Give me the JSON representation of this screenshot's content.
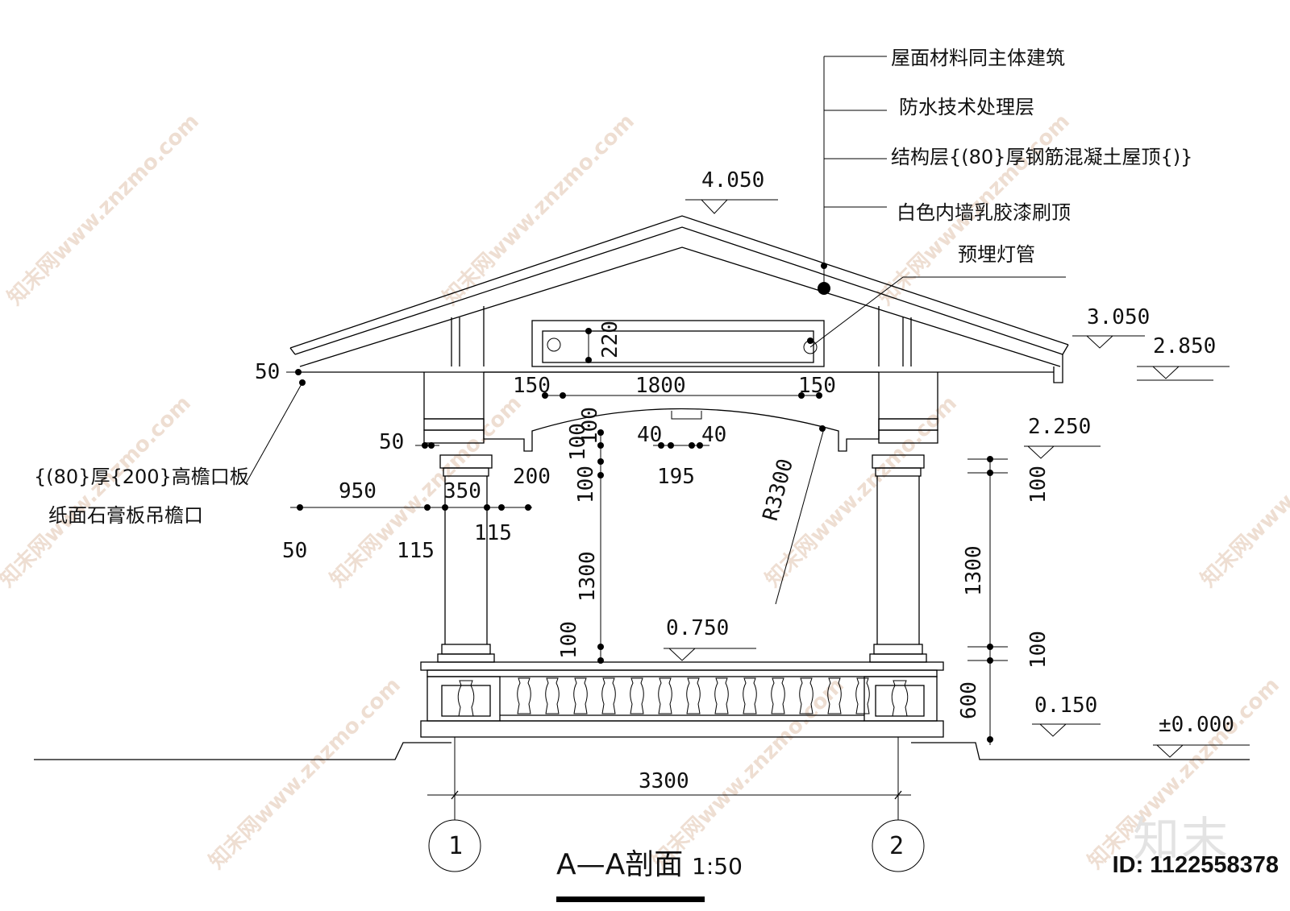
{
  "drawing": {
    "title": "A—A剖面",
    "scale": "1:50",
    "annotations": {
      "roof_material": "屋面材料同主体建筑",
      "waterproof": "防水技术处理层",
      "structure": "结构层{(80}厚钢筋混凝土屋顶{)}",
      "ceiling_paint": "白色内墙乳胶漆刷顶",
      "embedded_light": "预埋灯管",
      "eave_board": "{(80}厚{200}高檐口板",
      "gypsum_eave": "纸面石膏板吊檐口"
    },
    "elevations": {
      "ridge": "4.050",
      "eave_top": "3.050",
      "eave_bottom": "2.850",
      "beam": "2.250",
      "rail_top": "0.750",
      "floor": "0.150",
      "ground": "±0.000"
    },
    "dimensions": {
      "d50a": "50",
      "d50b": "50",
      "d50c": "50",
      "d220": "220",
      "d150a": "150",
      "d1800": "1800",
      "d150b": "150",
      "d40a": "40",
      "d40b": "40",
      "d195": "195",
      "d100a": "100",
      "d100b": "100",
      "d100c": "100",
      "d950": "950",
      "d350": "350",
      "d200": "200",
      "d115a": "115",
      "d115b": "115",
      "d1300a": "1300",
      "d100d": "100",
      "r3300": "R3300",
      "d100e": "100",
      "d1300b": "1300",
      "d100f": "100",
      "d600": "600",
      "d3300": "3300"
    },
    "axes": {
      "axis1": "1",
      "axis2": "2"
    }
  },
  "watermark": {
    "text": "知末网www.znzmo.com",
    "logo": "知末"
  },
  "id_label": "ID: 1122558378"
}
